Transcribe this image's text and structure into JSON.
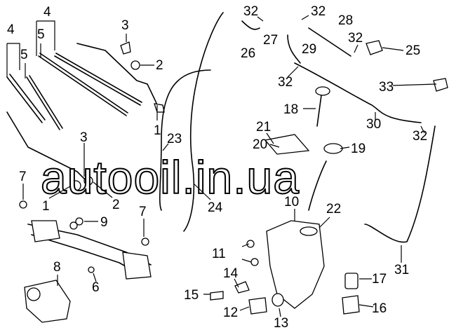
{
  "watermark": "autooil.in.ua",
  "callouts": {
    "c4a": "4",
    "c5a": "5",
    "c4b": "4",
    "c5b": "5",
    "c3a": "3",
    "c2a": "2",
    "c1a": "1",
    "c3b": "3",
    "c2b": "2",
    "c1b": "1",
    "c7a": "7",
    "c9": "9",
    "c7b": "7",
    "c8": "8",
    "c6": "6",
    "c24": "24",
    "c23": "23",
    "c26": "26",
    "c32a": "32",
    "c27": "27",
    "c29": "29",
    "c32b": "32",
    "c28": "28",
    "c32c": "32",
    "c25": "25",
    "c33": "33",
    "c32d": "32",
    "c18": "18",
    "c30": "30",
    "c32e": "32",
    "c21": "21",
    "c20": "20",
    "c19": "19",
    "c10": "10",
    "c22": "22",
    "c11": "11",
    "c14": "14",
    "c15": "15",
    "c12": "12",
    "c13": "13",
    "c17": "17",
    "c16": "16",
    "c31": "31"
  }
}
